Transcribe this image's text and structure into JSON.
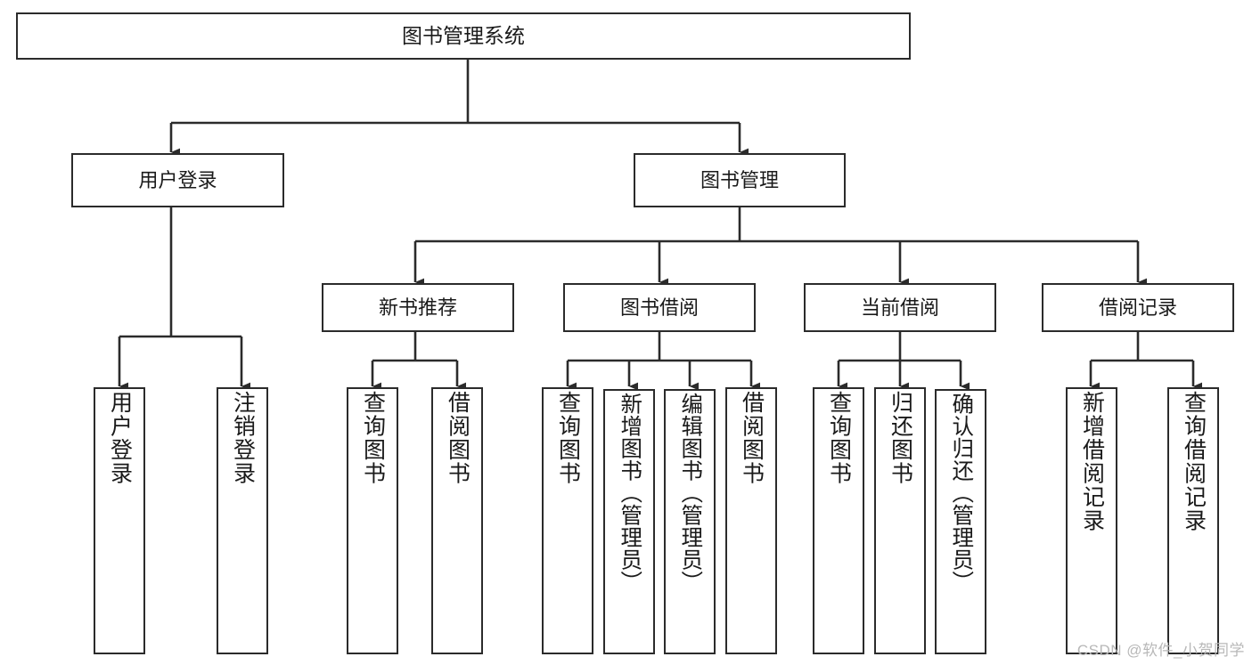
{
  "diagram": {
    "title": "图书管理系统",
    "type": "tree",
    "orientation": "top-down",
    "colors": {
      "stroke": "#2b2b2b",
      "fill": "#ffffff",
      "text": "#1a1a1a",
      "watermark": "#b8b8b8"
    },
    "levels": {
      "root": "图书管理系统",
      "level2": [
        "用户登录",
        "图书管理"
      ],
      "level3": [
        "新书推荐",
        "图书借阅",
        "当前借阅",
        "借阅记录"
      ]
    },
    "nodes": {
      "root": {
        "label": "图书管理系统"
      },
      "user_login": {
        "label": "用户登录"
      },
      "book_manage": {
        "label": "图书管理"
      },
      "new_book_rec": {
        "label": "新书推荐"
      },
      "book_borrow": {
        "label": "图书借阅"
      },
      "current_borrow": {
        "label": "当前借阅"
      },
      "borrow_record": {
        "label": "借阅记录"
      },
      "leaf_user_login": {
        "label": "用户登录"
      },
      "leaf_logout": {
        "label": "注销登录"
      },
      "leaf_query_book_1": {
        "label": "查询图书"
      },
      "leaf_borrow_book_1": {
        "label": "借阅图书"
      },
      "leaf_query_book_2": {
        "label": "查询图书"
      },
      "leaf_add_book": {
        "label": "新增图书（管理员）"
      },
      "leaf_edit_book": {
        "label": "编辑图书（管理员）"
      },
      "leaf_borrow_book_2": {
        "label": "借阅图书"
      },
      "leaf_query_book_3": {
        "label": "查询图书"
      },
      "leaf_return_book": {
        "label": "归还图书"
      },
      "leaf_confirm_return": {
        "label": "确认归还（管理员）"
      },
      "leaf_add_record": {
        "label": "新增借阅记录"
      },
      "leaf_query_record": {
        "label": "查询借阅记录"
      }
    },
    "edges": [
      {
        "from": "root",
        "to": "user_login"
      },
      {
        "from": "root",
        "to": "book_manage"
      },
      {
        "from": "user_login",
        "to": "leaf_user_login"
      },
      {
        "from": "user_login",
        "to": "leaf_logout"
      },
      {
        "from": "book_manage",
        "to": "new_book_rec"
      },
      {
        "from": "book_manage",
        "to": "book_borrow"
      },
      {
        "from": "book_manage",
        "to": "current_borrow"
      },
      {
        "from": "book_manage",
        "to": "borrow_record"
      },
      {
        "from": "new_book_rec",
        "to": "leaf_query_book_1"
      },
      {
        "from": "new_book_rec",
        "to": "leaf_borrow_book_1"
      },
      {
        "from": "book_borrow",
        "to": "leaf_query_book_2"
      },
      {
        "from": "book_borrow",
        "to": "leaf_add_book"
      },
      {
        "from": "book_borrow",
        "to": "leaf_edit_book"
      },
      {
        "from": "book_borrow",
        "to": "leaf_borrow_book_2"
      },
      {
        "from": "current_borrow",
        "to": "leaf_query_book_3"
      },
      {
        "from": "current_borrow",
        "to": "leaf_return_book"
      },
      {
        "from": "current_borrow",
        "to": "leaf_confirm_return"
      },
      {
        "from": "borrow_record",
        "to": "leaf_add_record"
      },
      {
        "from": "borrow_record",
        "to": "leaf_query_record"
      }
    ]
  },
  "watermark": {
    "text": "CSDN @软件_小贺同学"
  }
}
